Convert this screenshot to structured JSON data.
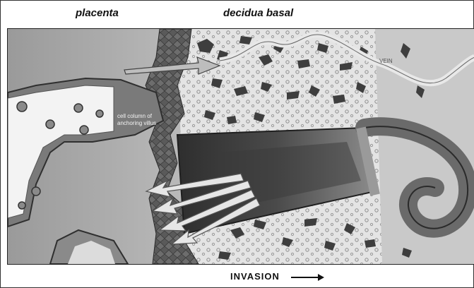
{
  "labels": {
    "placenta": "placenta",
    "decidua": "decidua basal",
    "cell_column_line1": "cell column of",
    "cell_column_line2": "anchoring villus",
    "vein": "VEIN",
    "invasion": "INVASION"
  },
  "icons": {
    "invasion_arrow": "right-arrow-icon"
  }
}
